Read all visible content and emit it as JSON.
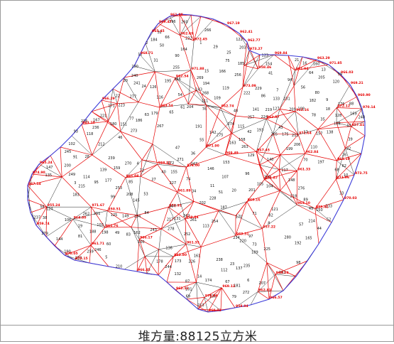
{
  "caption": "堆方量:88125立方米",
  "colors": {
    "boundary": "#3b3bd9",
    "triangle_edge_red": "#e60000",
    "triangle_edge_black": "#222222",
    "elevation_text": "#e60000",
    "id_text": "#111111"
  },
  "triangle_ids": [
    "1",
    "2",
    "3",
    "4",
    "5",
    "6",
    "7",
    "8",
    "9",
    "10",
    "11",
    "12",
    "13",
    "14",
    "15",
    "16",
    "17",
    "18",
    "19",
    "20",
    "21",
    "22",
    "23",
    "24",
    "25",
    "26",
    "27",
    "28",
    "29",
    "30",
    "31",
    "32",
    "33",
    "34",
    "35",
    "36",
    "37",
    "38",
    "39",
    "40",
    "41",
    "42",
    "43",
    "44",
    "45",
    "46",
    "47",
    "48",
    "49",
    "50",
    "51",
    "52",
    "53",
    "54",
    "55",
    "56",
    "57",
    "58",
    "59",
    "60",
    "61",
    "62",
    "63",
    "64",
    "65",
    "66",
    "67",
    "68",
    "69",
    "70",
    "71",
    "72",
    "73",
    "74",
    "75",
    "76",
    "77",
    "78",
    "79",
    "80",
    "81",
    "82",
    "83",
    "84",
    "85",
    "86",
    "87",
    "88",
    "89",
    "90",
    "91",
    "92",
    "93",
    "94",
    "95",
    "96",
    "97",
    "98",
    "99",
    "100",
    "101",
    "102",
    "103",
    "104",
    "105",
    "106",
    "107",
    "108",
    "109",
    "110",
    "111",
    "112",
    "113",
    "114",
    "115",
    "116",
    "117",
    "118",
    "119",
    "120",
    "121",
    "122",
    "123",
    "124",
    "125",
    "126",
    "127",
    "128",
    "129",
    "130",
    "131",
    "132",
    "133",
    "134",
    "135",
    "136",
    "137",
    "138",
    "139",
    "140",
    "141",
    "142",
    "143",
    "144",
    "145",
    "146",
    "147",
    "148",
    "149",
    "150",
    "151",
    "152",
    "153",
    "154",
    "155",
    "156",
    "157",
    "158",
    "159",
    "160",
    "161",
    "162",
    "163",
    "164",
    "165",
    "166",
    "167",
    "168",
    "169",
    "170",
    "171",
    "172",
    "173",
    "174",
    "175",
    "176",
    "177",
    "178",
    "179",
    "180",
    "181",
    "182",
    "183",
    "184",
    "185",
    "186",
    "187",
    "188",
    "189",
    "190",
    "191",
    "192",
    "193",
    "194",
    "195",
    "196",
    "197",
    "198",
    "199",
    "200",
    "201",
    "202",
    "203",
    "204",
    "205",
    "206",
    "207",
    "208",
    "209",
    "210",
    "211",
    "212",
    "213",
    "214",
    "215",
    "216",
    "217",
    "218",
    "219",
    "220",
    "221",
    "222",
    "223",
    "224",
    "225",
    "226",
    "227",
    "228",
    "229",
    "230",
    "231",
    "232",
    "233",
    "234",
    "235",
    "236",
    "237",
    "238",
    "239",
    "240",
    "241",
    "242",
    "243",
    "244",
    "245",
    "246",
    "247",
    "248",
    "249",
    "250",
    "251",
    "252",
    "253",
    "254",
    "255",
    "256",
    "257",
    "258",
    "259",
    "260",
    "261",
    "262",
    "263",
    "264",
    "265",
    "266",
    "267",
    "268",
    "269",
    "270",
    "271",
    "272",
    "273",
    "274",
    "275",
    "276",
    "277",
    "278",
    "279",
    "280"
  ],
  "elevation_labels": [
    "962.84",
    "962.87",
    "962.54",
    "961.89",
    "961.10",
    "971.64",
    "971.90",
    "970.05",
    "961.08",
    "955.41",
    "958.46",
    "958.51",
    "967.45",
    "957.41",
    "957.22",
    "958.94",
    "961.04",
    "959.84",
    "950.51",
    "966.03",
    "962.41",
    "971.85",
    "962.16",
    "963.29",
    "959.74",
    "963.10",
    "970.15",
    "967.19",
    "962.11",
    "973.09",
    "974.90",
    "967.14",
    "966.45",
    "971.87",
    "969.14",
    "971.67",
    "972.12",
    "960.93",
    "969.51",
    "972.91",
    "971.88",
    "960.90",
    "971.96",
    "966.57",
    "970.84",
    "961.33",
    "961.76",
    "965.45",
    "960.16",
    "969.47",
    "968.71",
    "965.24",
    "969.84",
    "969.12",
    "973.27",
    "955.24",
    "969.21",
    "964.80",
    "971.00",
    "962.80",
    "969.49",
    "970.14",
    "961.08",
    "966.17",
    "963.10",
    "972.45",
    "970.03",
    "973.75",
    "961.35",
    "962.74",
    "966.29",
    "962.69",
    "963.54",
    "962.77",
    "961.71",
    "962.83"
  ]
}
